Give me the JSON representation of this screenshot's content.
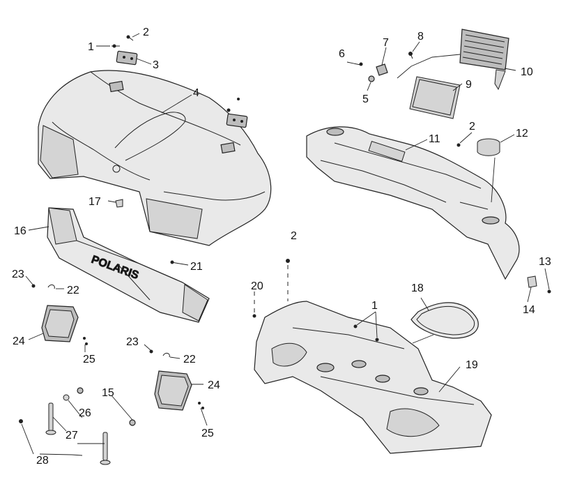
{
  "callouts": {
    "c1a": "1",
    "c2a": "2",
    "c3": "3",
    "c4": "4",
    "c5": "5",
    "c6": "6",
    "c7": "7",
    "c8": "8",
    "c9": "9",
    "c10": "10",
    "c11": "11",
    "c2b": "2",
    "c12": "12",
    "c17": "17",
    "c16": "16",
    "c21": "21",
    "c23a": "23",
    "c22a": "22",
    "c24a": "24",
    "c25a": "25",
    "c23b": "23",
    "c22b": "22",
    "c24b": "24",
    "c25b": "25",
    "c15": "15",
    "c26": "26",
    "c27": "27",
    "c28": "28",
    "c2c": "2",
    "c20": "20",
    "c1b": "1",
    "c18": "18",
    "c19": "19",
    "c13": "13",
    "c14": "14"
  },
  "brand_text": "POLARIS"
}
